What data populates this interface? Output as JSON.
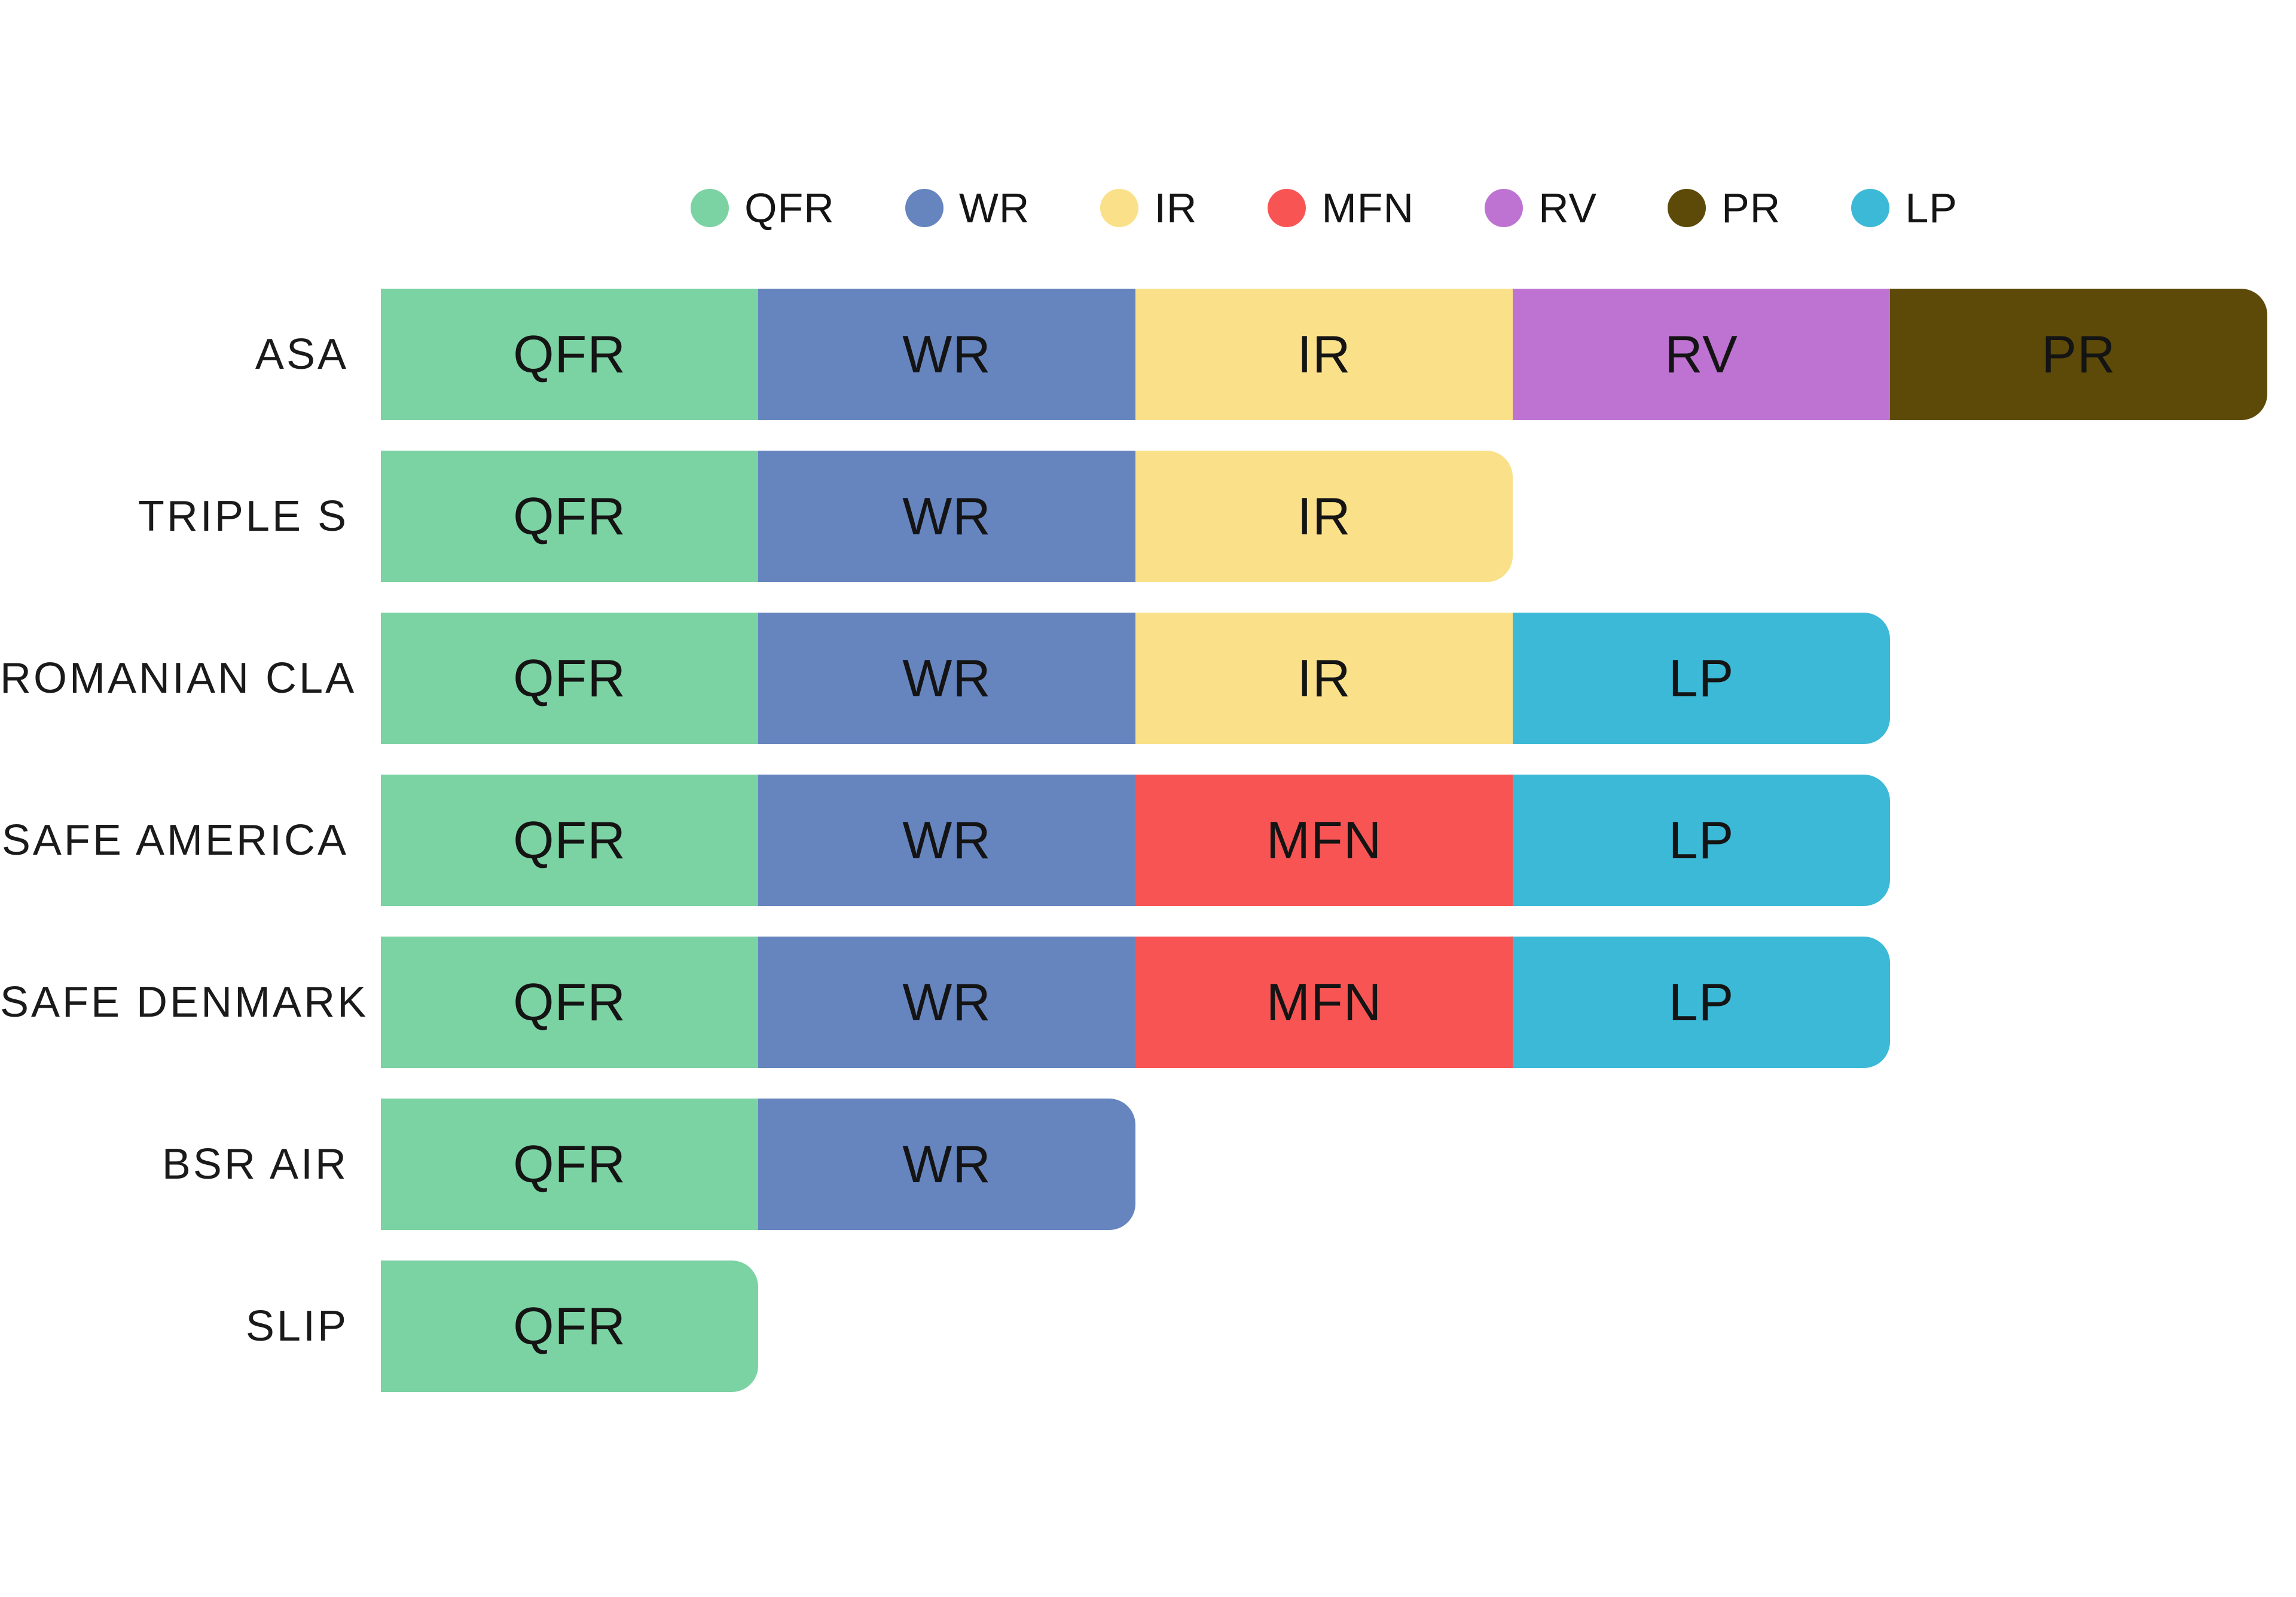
{
  "legend": {
    "position": "top",
    "items": [
      {
        "label": "QFR",
        "color": "#7BD2A2"
      },
      {
        "label": "WR",
        "color": "#6685BF"
      },
      {
        "label": "IR",
        "color": "#FAE189"
      },
      {
        "label": "MFN",
        "color": "#F95454"
      },
      {
        "label": "RV",
        "color": "#BE73D2"
      },
      {
        "label": "PR",
        "color": "#5D4A08"
      },
      {
        "label": "LP",
        "color": "#3CB9D7"
      }
    ]
  },
  "chart_data": {
    "type": "bar",
    "orientation": "horizontal",
    "stacked": true,
    "title": "",
    "xlabel": "",
    "ylabel": "",
    "axes_visible": false,
    "grid": false,
    "segment_unit_value": 1,
    "categories": [
      "ASA",
      "TRIPLE S",
      "ROMANIAN CLA",
      "SAFE AMERICA",
      "SAFE DENMARK",
      "BSR AIR",
      "SLIP"
    ],
    "totals": [
      5,
      3,
      4,
      4,
      4,
      2,
      1
    ],
    "rows": [
      {
        "category": "ASA",
        "segments": [
          "QFR",
          "WR",
          "IR",
          "RV",
          "PR"
        ]
      },
      {
        "category": "TRIPLE S",
        "segments": [
          "QFR",
          "WR",
          "IR"
        ]
      },
      {
        "category": "ROMANIAN CLA",
        "segments": [
          "QFR",
          "WR",
          "IR",
          "LP"
        ]
      },
      {
        "category": "SAFE AMERICA",
        "segments": [
          "QFR",
          "WR",
          "MFN",
          "LP"
        ]
      },
      {
        "category": "SAFE DENMARK",
        "segments": [
          "QFR",
          "WR",
          "MFN",
          "LP"
        ]
      },
      {
        "category": "BSR AIR",
        "segments": [
          "QFR",
          "WR"
        ]
      },
      {
        "category": "SLIP",
        "segments": [
          "QFR"
        ]
      }
    ],
    "colors": {
      "QFR": "#7BD2A2",
      "WR": "#6685BF",
      "IR": "#FAE189",
      "MFN": "#F95454",
      "RV": "#BE73D2",
      "PR": "#5D4A08",
      "LP": "#3CB9D7"
    },
    "legend_entries": [
      "QFR",
      "WR",
      "IR",
      "MFN",
      "RV",
      "PR",
      "LP"
    ]
  }
}
